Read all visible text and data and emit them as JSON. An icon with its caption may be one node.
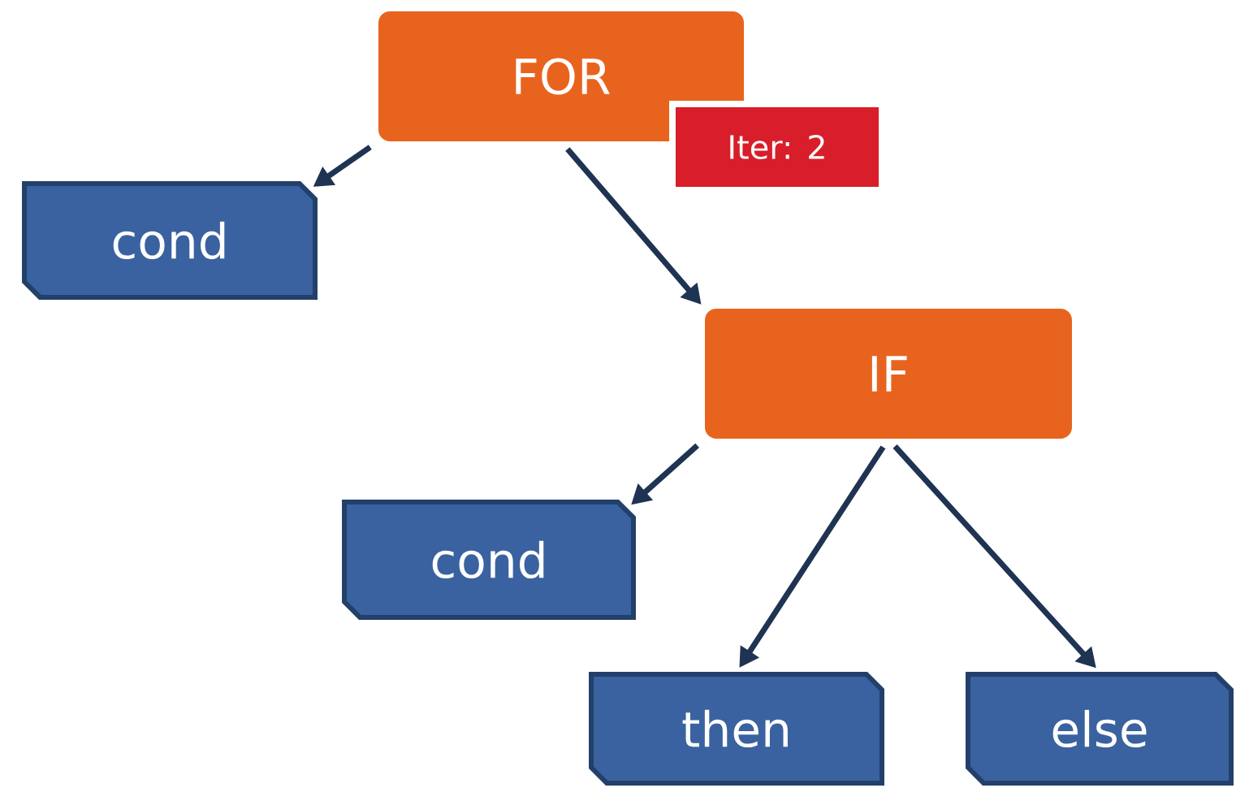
{
  "diagram": {
    "nodes": [
      {
        "text": [
          "FOR"
        ]
      },
      {
        "text": [
          "Iter: 2"
        ]
      },
      {
        "text": [
          "cond"
        ]
      },
      {
        "text": [
          "IF"
        ]
      },
      {
        "text": [
          "cond"
        ]
      },
      {
        "text": [
          "then"
        ]
      },
      {
        "text": [
          "else"
        ]
      }
    ],
    "edges": [
      {
        "from": 0,
        "to": 2,
        "arrow": "to"
      },
      {
        "from": 0,
        "to": 3,
        "arrow": "to"
      },
      {
        "from": 3,
        "to": 4,
        "arrow": "to"
      },
      {
        "from": 3,
        "to": 5,
        "arrow": "to"
      },
      {
        "from": 3,
        "to": 6,
        "arrow": "to"
      }
    ]
  }
}
